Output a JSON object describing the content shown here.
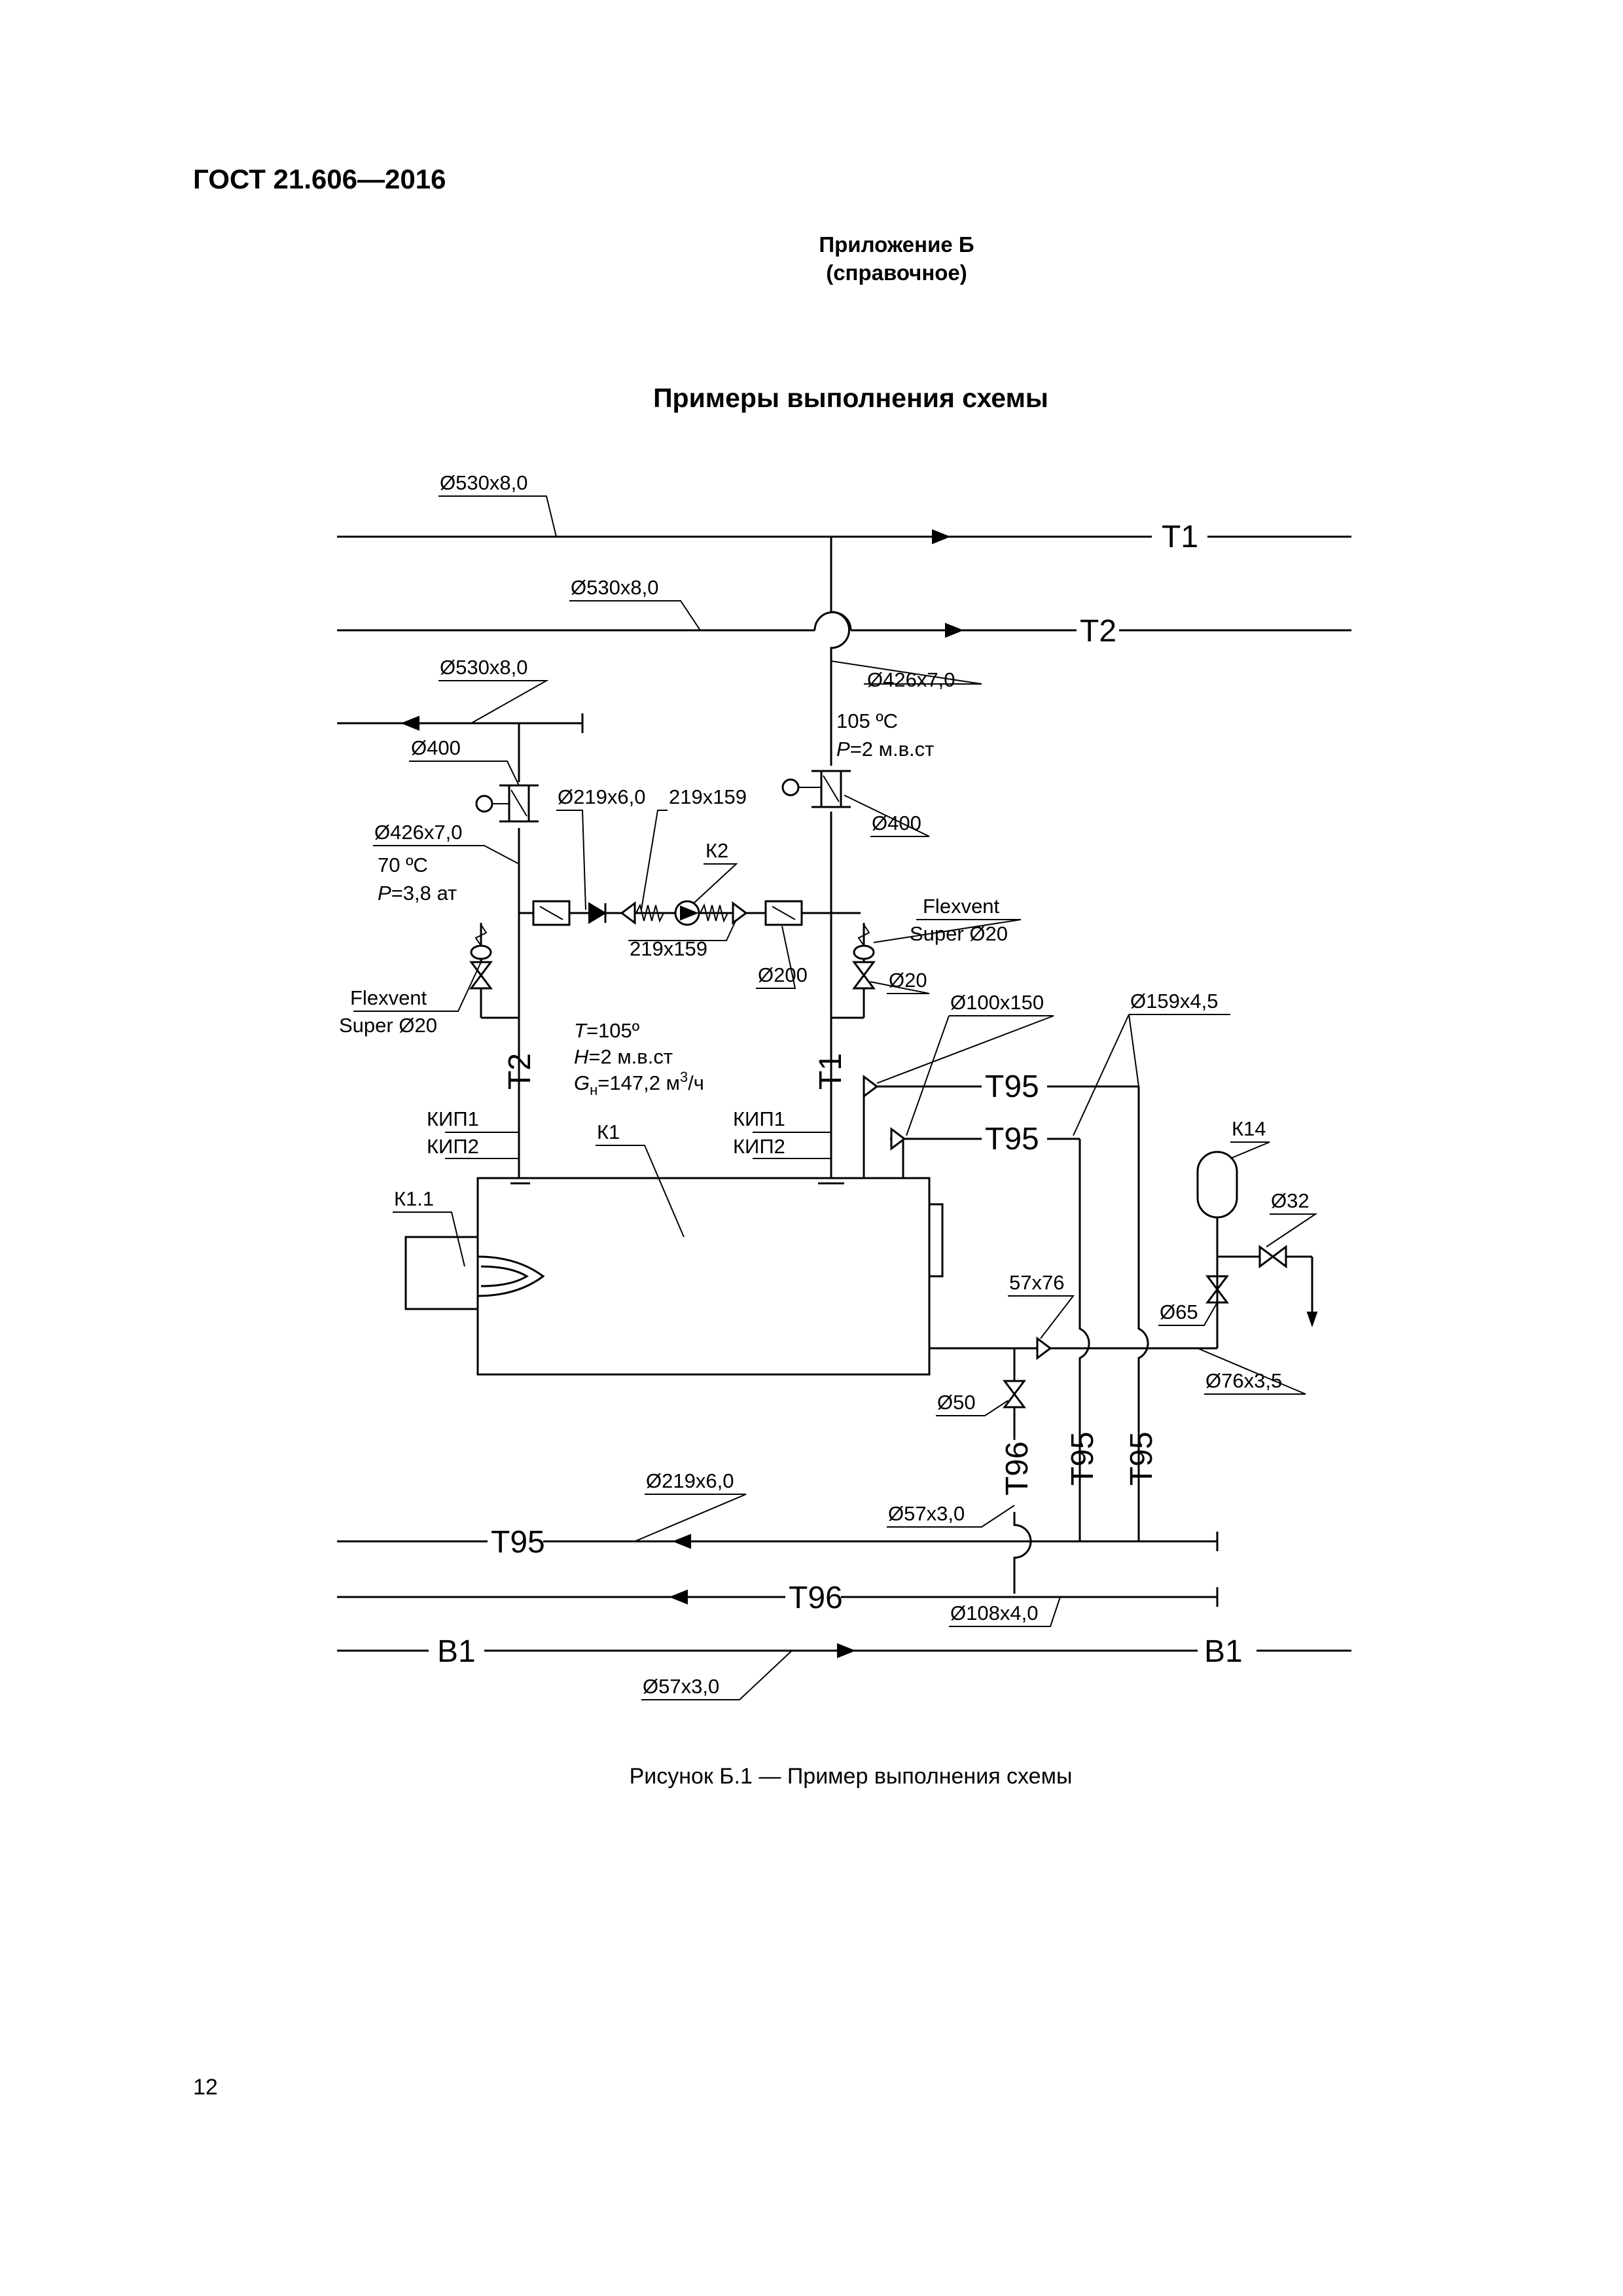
{
  "header": {
    "standard": "ГОСТ  21.606—2016"
  },
  "appendix": {
    "title": "Приложение Б",
    "subtitle": "(справочное)"
  },
  "section_title": "Примеры выполнения схемы",
  "figure_caption": "Рисунок Б.1 — Пример выполнения схемы",
  "page_number": "12",
  "scheme": {
    "lines": {
      "t1": "Т1",
      "t2": "Т2",
      "t95": "Т95",
      "t96": "Т96",
      "b1": "В1"
    },
    "pipes": {
      "d530_a": "Ø530x8,0",
      "d530_b": "Ø530x8,0",
      "d530_c": "Ø530x8,0",
      "d426_r": "Ø426x7,0",
      "d426_l": "Ø426x7,0",
      "d400_l": "Ø400",
      "d400_r": "Ø400",
      "d219": "Ø219x6,0",
      "r219_top": "219x159",
      "r219_bot": "219x159",
      "d200": "Ø200",
      "d20": "Ø20",
      "d100": "Ø100x150",
      "d159": "Ø159x4,5",
      "d32": "Ø32",
      "d65": "Ø65",
      "d76": "Ø76x3,5",
      "r57": "57x76",
      "d50": "Ø50",
      "d219_ret": "Ø219x6,0",
      "d57_a": "Ø57x3,0",
      "d108": "Ø108x4,0",
      "d57_b": "Ø57x3,0"
    },
    "equipment": {
      "k1": "К1",
      "k11": "К1.1",
      "k2": "К2",
      "k14": "К14",
      "kip1_l": "КИП1",
      "kip2_l": "КИП2",
      "kip1_r": "КИП1",
      "kip2_r": "КИП2"
    },
    "flexvent": {
      "line1": "Flexvent",
      "line2": "Super Ø20"
    },
    "params_right": {
      "temp": "105 ºC",
      "p_var": "P",
      "p_val": "=2 м.в.ст"
    },
    "params_left": {
      "temp": "70 ºC",
      "p_var": "P",
      "p_val": "=3,8 ат"
    },
    "pump_params": {
      "t_var": "T",
      "t_val": "=105º",
      "h_var": "H",
      "h_val": "=2 м.в.ст",
      "g_var": "G",
      "g_sub": "н",
      "g_val": "=147,2 м",
      "g_sup": "3",
      "g_unit": "/ч"
    }
  }
}
